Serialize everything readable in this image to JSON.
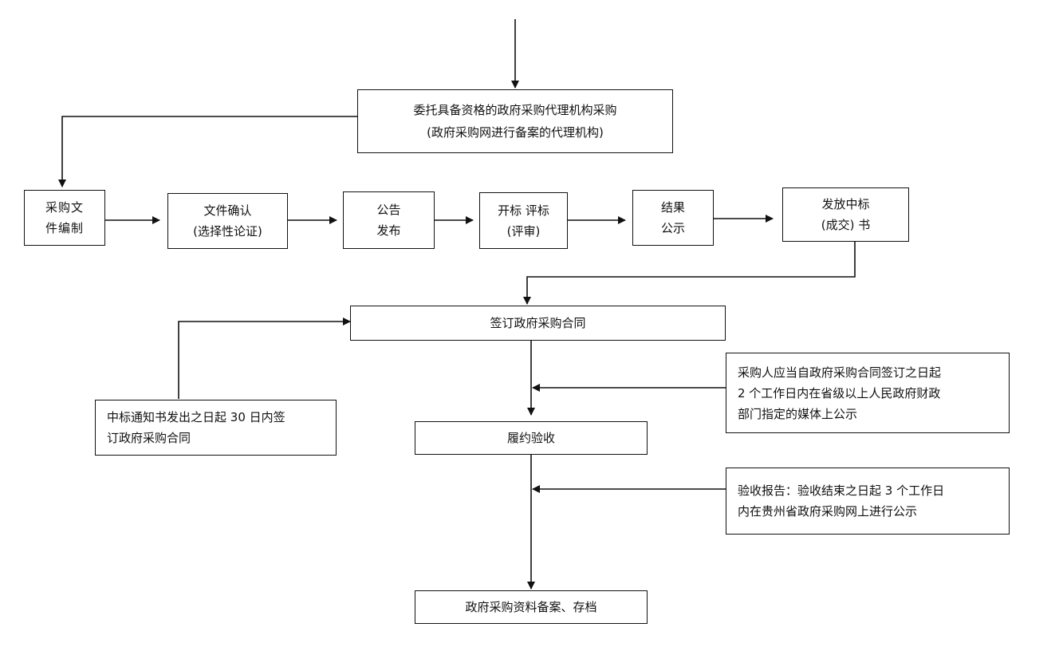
{
  "nodes": {
    "entrust": {
      "line1": "委托具备资格的政府采购代理机构采购",
      "line2": "(政府采购网进行备案的代理机构)"
    },
    "docs": {
      "line1": "采购文",
      "line2": "件编制"
    },
    "confirm": {
      "line1": "文件确认",
      "line2": "(选择性论证)"
    },
    "notice": {
      "line1": "公告",
      "line2": "发布"
    },
    "bid": {
      "line1": "开标 评标",
      "line2": "(评审)"
    },
    "result": {
      "line1": "结果",
      "line2": "公示"
    },
    "award": {
      "line1": "发放中标",
      "line2": "(成交) 书"
    },
    "sign": {
      "line1": "签订政府采购合同"
    },
    "sign_deadline": {
      "line1": "中标通知书发出之日起 30 日内签",
      "line2": "订政府采购合同"
    },
    "publish_contract": {
      "line1": "采购人应当自政府采购合同签订之日起",
      "line2": "2 个工作日内在省级以上人民政府财政",
      "line3": "部门指定的媒体上公示"
    },
    "acceptance": {
      "line1": "履约验收"
    },
    "acceptance_report": {
      "line1": "验收报告：验收结束之日起 3 个工作日",
      "line2": "内在贵州省政府采购网上进行公示"
    },
    "archive": {
      "line1": "政府采购资料备案、存档"
    }
  }
}
